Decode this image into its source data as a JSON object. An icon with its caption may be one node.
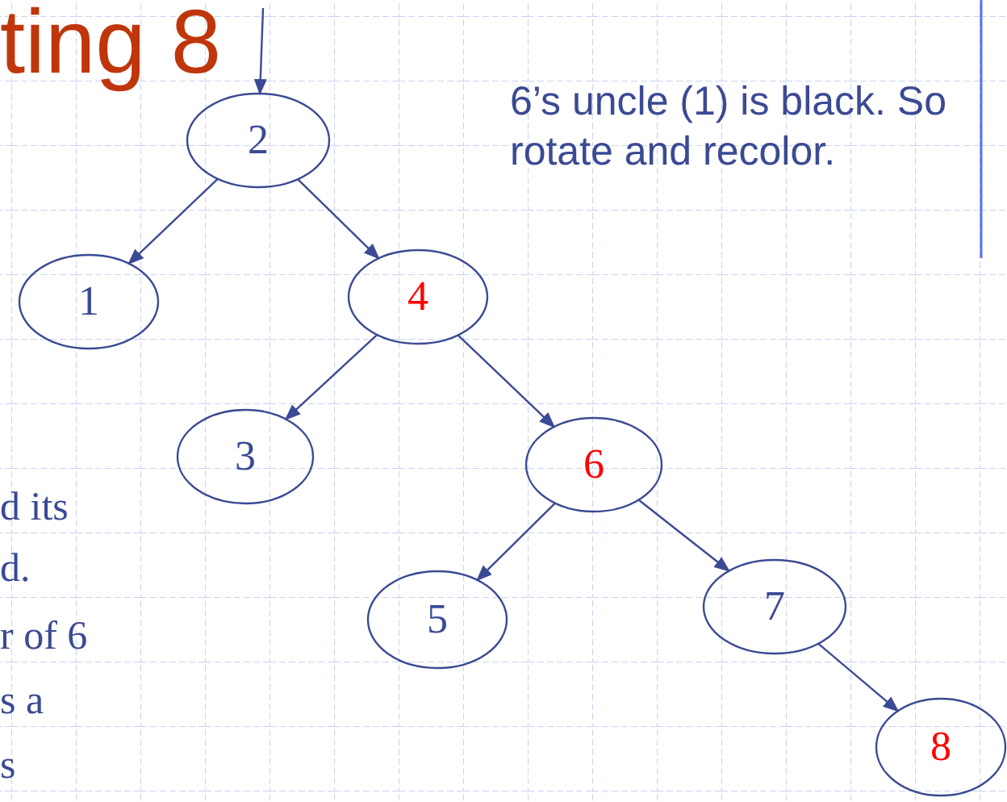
{
  "diagram": {
    "title": "ting 8",
    "nodes": [
      {
        "text": [
          "2"
        ]
      },
      {
        "text": [
          "1"
        ]
      },
      {
        "text": [
          "4"
        ]
      },
      {
        "text": [
          "3"
        ]
      },
      {
        "text": [
          "6"
        ]
      },
      {
        "text": [
          "5"
        ]
      },
      {
        "text": [
          "7"
        ]
      },
      {
        "text": [
          "8"
        ]
      }
    ],
    "edges": [
      {
        "from": null,
        "to": 0,
        "arrow": "to"
      },
      {
        "from": 0,
        "to": 1,
        "arrow": "to"
      },
      {
        "from": 0,
        "to": 2,
        "arrow": "to"
      },
      {
        "from": 2,
        "to": 3,
        "arrow": "to"
      },
      {
        "from": 2,
        "to": 4,
        "arrow": "to"
      },
      {
        "from": 4,
        "to": 5,
        "arrow": "to"
      },
      {
        "from": 4,
        "to": 6,
        "arrow": "to"
      },
      {
        "from": 6,
        "to": 7,
        "arrow": "to"
      }
    ],
    "labels": [
      "6’s uncle (1) is black. So rotate and recolor.",
      "d its",
      "d.",
      "r of 6",
      "s a",
      "s"
    ]
  }
}
